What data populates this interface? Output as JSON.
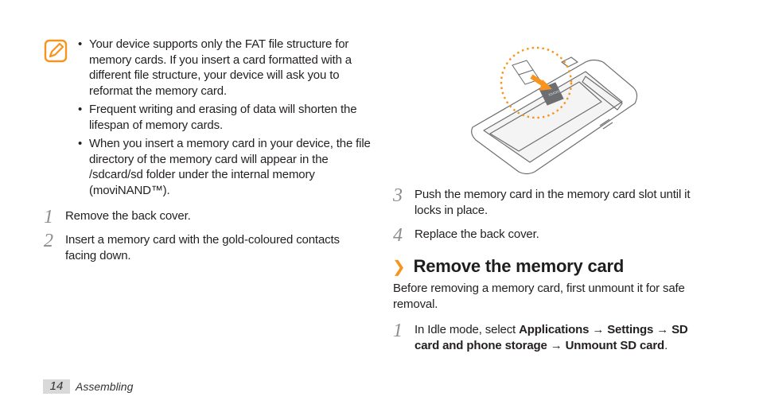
{
  "note": {
    "icon": "note-pencil-icon",
    "accent_color": "#f7941d",
    "bullets": [
      "Your device supports only the FAT file structure for memory cards. If you insert a card formatted with a different file structure, your device will ask you to reformat the memory card.",
      "Frequent writing and erasing of data will shorten the lifespan of memory cards.",
      "When you insert a memory card in your device, the file directory of the memory card will appear in the /sdcard/sd folder under the internal memory (moviNAND™)."
    ]
  },
  "steps_left": [
    {
      "num": "1",
      "text": "Remove the back cover."
    },
    {
      "num": "2",
      "text": "Insert a memory card with the gold-coloured contacts facing down."
    }
  ],
  "steps_right": [
    {
      "num": "3",
      "text": "Push the memory card in the memory card slot until it locks in place."
    },
    {
      "num": "4",
      "text": "Replace the back cover."
    }
  ],
  "section": {
    "chevron": "❯",
    "title": "Remove the memory card",
    "intro": "Before removing a memory card, first unmount it for safe removal."
  },
  "remove_step": {
    "num": "1",
    "prefix": "In Idle mode, select ",
    "path1": "Applications",
    "arrow": " → ",
    "path2": "Settings",
    "path3": "SD card and phone storage",
    "path4": "Unmount SD card",
    "suffix": "."
  },
  "footer": {
    "page_number": "14",
    "section_label": "Assembling"
  }
}
